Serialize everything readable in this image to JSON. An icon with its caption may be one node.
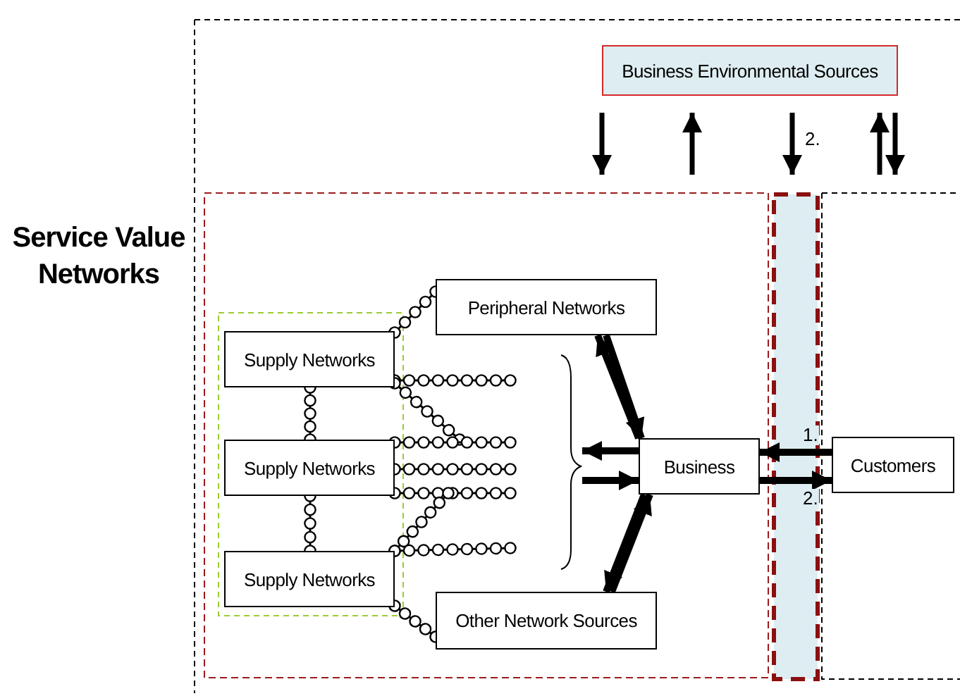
{
  "diagram": {
    "title": "Service Value Networks",
    "nodes": [
      {
        "text": [
          "Business Environmental Sources"
        ]
      },
      {
        "text": [
          "Supply Networks"
        ]
      },
      {
        "text": [
          "Supply Networks"
        ]
      },
      {
        "text": [
          "Supply Networks"
        ]
      },
      {
        "text": [
          "Peripheral Networks"
        ]
      },
      {
        "text": [
          "Business"
        ]
      },
      {
        "text": [
          "Customers"
        ]
      },
      {
        "text": [
          "Other Network Sources"
        ]
      },
      {
        "text": [],
        "shape": "brace"
      }
    ],
    "edges": [
      {
        "from": 1,
        "to": 2,
        "arrow": "other"
      },
      {
        "from": 2,
        "to": 3,
        "arrow": "other"
      },
      {
        "from": 1,
        "to": 4,
        "arrow": "other"
      },
      {
        "from": 3,
        "to": 7,
        "arrow": "other"
      },
      {
        "from": 1,
        "to": null,
        "arrow": "other"
      },
      {
        "from": 1,
        "to": null,
        "arrow": "other"
      },
      {
        "from": 2,
        "to": null,
        "arrow": "other"
      },
      {
        "from": 2,
        "to": null,
        "arrow": "other"
      },
      {
        "from": 2,
        "to": null,
        "arrow": "other"
      },
      {
        "from": 3,
        "to": null,
        "arrow": "other"
      },
      {
        "from": 3,
        "to": null,
        "arrow": "other"
      },
      {
        "from": 4,
        "to": 5,
        "arrow": "to",
        "style": "thick"
      },
      {
        "from": 5,
        "to": 4,
        "arrow": "to",
        "style": "thick"
      },
      {
        "from": 5,
        "to": 7,
        "arrow": "to",
        "style": "thick"
      },
      {
        "from": 7,
        "to": 5,
        "arrow": "to",
        "style": "thick"
      },
      {
        "from": 5,
        "to": 8,
        "arrow": "to",
        "style": "thick"
      },
      {
        "from": 8,
        "to": 5,
        "arrow": "to",
        "style": "thick"
      },
      {
        "from": 6,
        "to": 5,
        "arrow": "to",
        "style": "thick",
        "label": "1."
      },
      {
        "from": 5,
        "to": 6,
        "arrow": "to",
        "style": "thick",
        "label": "2."
      }
    ],
    "labels": [
      "2."
    ]
  }
}
